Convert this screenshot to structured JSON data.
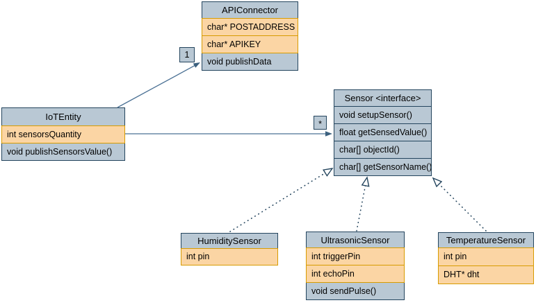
{
  "diagram": {
    "kind": "uml-class-diagram",
    "colors": {
      "header_fill": "#b9c8d4",
      "header_border": "#23445d",
      "attribute_fill": "#fbd5a4",
      "attribute_border": "#d79b00",
      "solid_edge": "#4a7094",
      "dotted_edge": "#23445d",
      "background": "#ffffff"
    }
  },
  "classes": [
    {
      "title": "APIConnector",
      "rows": [
        {
          "text": "char* POSTADDRESS",
          "kind": "attribute"
        },
        {
          "text": "char* APIKEY",
          "kind": "attribute"
        },
        {
          "text": "void publishData",
          "kind": "method"
        }
      ]
    },
    {
      "title": "IoTEntity",
      "rows": [
        {
          "text": "int sensorsQuantity",
          "kind": "attribute"
        },
        {
          "text": "void publishSensorsValue()",
          "kind": "method"
        }
      ]
    },
    {
      "title": "Sensor <interface>",
      "rows": [
        {
          "text": "void setupSensor()",
          "kind": "method"
        },
        {
          "text": "float getSensedValue()",
          "kind": "method"
        },
        {
          "text": "char[] objectId()",
          "kind": "method"
        },
        {
          "text": "char[] getSensorName()",
          "kind": "method"
        }
      ]
    },
    {
      "title": "HumiditySensor",
      "rows": [
        {
          "text": "int pin",
          "kind": "attribute"
        }
      ]
    },
    {
      "title": "UltrasonicSensor",
      "rows": [
        {
          "text": "int triggerPin",
          "kind": "attribute"
        },
        {
          "text": "int echoPin",
          "kind": "attribute"
        },
        {
          "text": "void sendPulse()",
          "kind": "method"
        }
      ]
    },
    {
      "title": "TemperatureSensor",
      "rows": [
        {
          "text": "int pin",
          "kind": "attribute"
        },
        {
          "text": "DHT* dht",
          "kind": "attribute"
        }
      ]
    }
  ],
  "edges": {
    "multiplicity_apiconnector": "1",
    "multiplicity_sensor": "*",
    "relations": [
      {
        "from": "IoTEntity",
        "to": "APIConnector",
        "type": "association",
        "label": "1"
      },
      {
        "from": "IoTEntity",
        "to": "Sensor <interface>",
        "type": "association",
        "label": "*"
      },
      {
        "from": "HumiditySensor",
        "to": "Sensor <interface>",
        "type": "realization"
      },
      {
        "from": "UltrasonicSensor",
        "to": "Sensor <interface>",
        "type": "realization"
      },
      {
        "from": "TemperatureSensor",
        "to": "Sensor <interface>",
        "type": "realization"
      }
    ]
  }
}
